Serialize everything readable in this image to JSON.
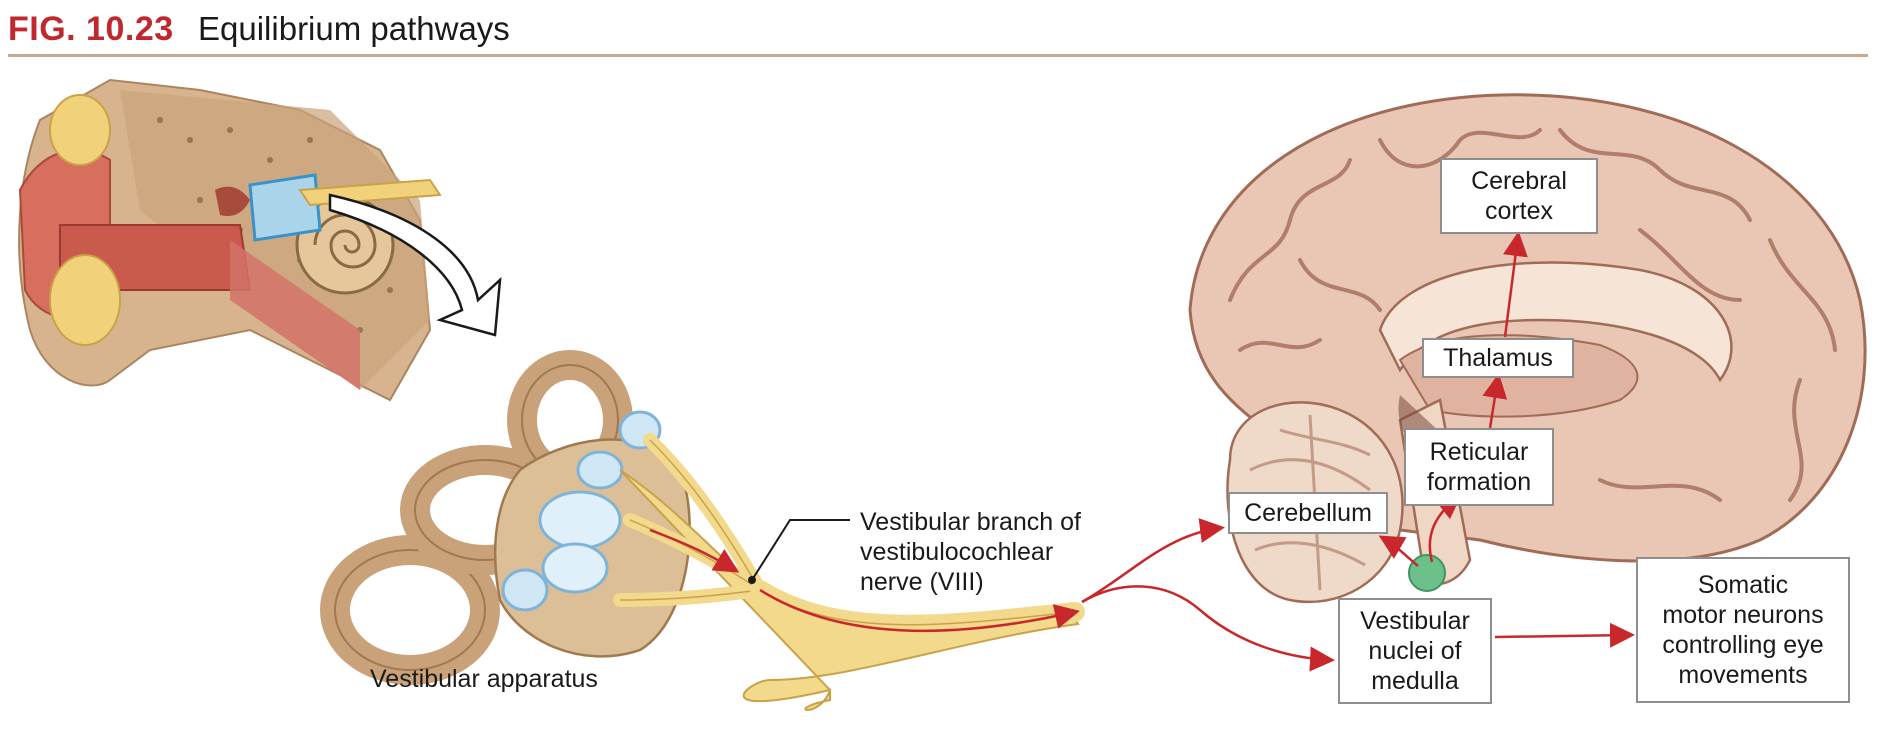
{
  "header": {
    "figure_number": "FIG. 10.23",
    "title": "Equilibrium pathways"
  },
  "labels": {
    "vestibular_apparatus": "Vestibular apparatus",
    "vestibular_branch": "Vestibular branch of\nvestibulocochlear\nnerve (VIII)"
  },
  "boxes": {
    "cerebral_cortex": "Cerebral\ncortex",
    "thalamus": "Thalamus",
    "reticular_formation": "Reticular\nformation",
    "cerebellum": "Cerebellum",
    "vestibular_nuclei": "Vestibular\nnuclei of\nmedulla",
    "somatic_motor": "Somatic\nmotor neurons\ncontrolling eye\nmovements"
  },
  "colors": {
    "accent_red": "#c0282e",
    "pathway_red": "#c8282c",
    "brain_pink": "#e9c7b4",
    "nerve_yellow": "#f2d98c",
    "bone_tan": "#c9a27a"
  }
}
